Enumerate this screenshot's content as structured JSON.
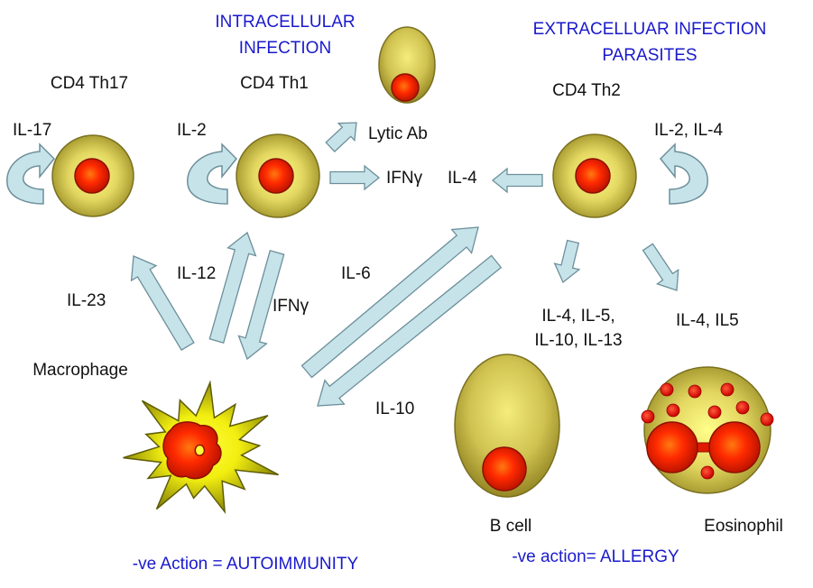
{
  "colors": {
    "heading": "#1a1acc",
    "label": "#111111",
    "arrow_fill": "#c7e3ea",
    "arrow_stroke": "#6c8f9a",
    "cell_body": "#b9ad3e",
    "cell_edge": "#7a7020",
    "nucleus": "#e11b00",
    "nucleus_edge": "#8c1000"
  },
  "headings": {
    "intracellular": [
      "INTRACELLULAR",
      "INFECTION"
    ],
    "extracellular": [
      "EXTRACELLUAR  INFECTION",
      "PARASITES"
    ]
  },
  "cells": {
    "th17": "CD4 Th17",
    "th1": "CD4 Th1",
    "th2": "CD4 Th2",
    "macrophage": "Macrophage",
    "b_cell": "B cell",
    "eosinophil": "Eosinophil"
  },
  "labels": {
    "il17": "IL-17",
    "il2": "IL-2",
    "lytic_ab": "Lytic Ab",
    "ifng_right": "IFNγ",
    "il4_center": "IL-4",
    "il2_il4": "IL-2, IL-4",
    "il23": "IL-23",
    "il12": "IL-12",
    "ifng_down": "IFNγ",
    "il6": "IL-6",
    "il10": "IL-10",
    "bcell_cytokines": [
      "IL-4, IL-5,",
      "IL-10, IL-13"
    ],
    "eos_cytokines": "IL-4, IL5"
  },
  "captions": {
    "autoimmunity": "-ve Action = AUTOIMMUNITY",
    "allergy": "-ve action= ALLERGY"
  }
}
